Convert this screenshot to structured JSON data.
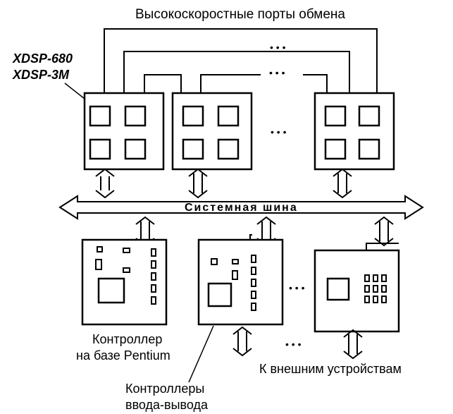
{
  "labels": {
    "ports": "Высокоскоростные порты обмена",
    "xdsp1": "XDSP-680",
    "xdsp2": "XDSP-3M",
    "bus": "Системная шина",
    "pentium1": "Контроллер",
    "pentium2": "на базе Pentium",
    "io1": "Контроллеры",
    "io2": "ввода-вывода",
    "external": "К внешним устройствам",
    "ellipsis": "• • • •",
    "ellipsis_short": "• • •"
  }
}
